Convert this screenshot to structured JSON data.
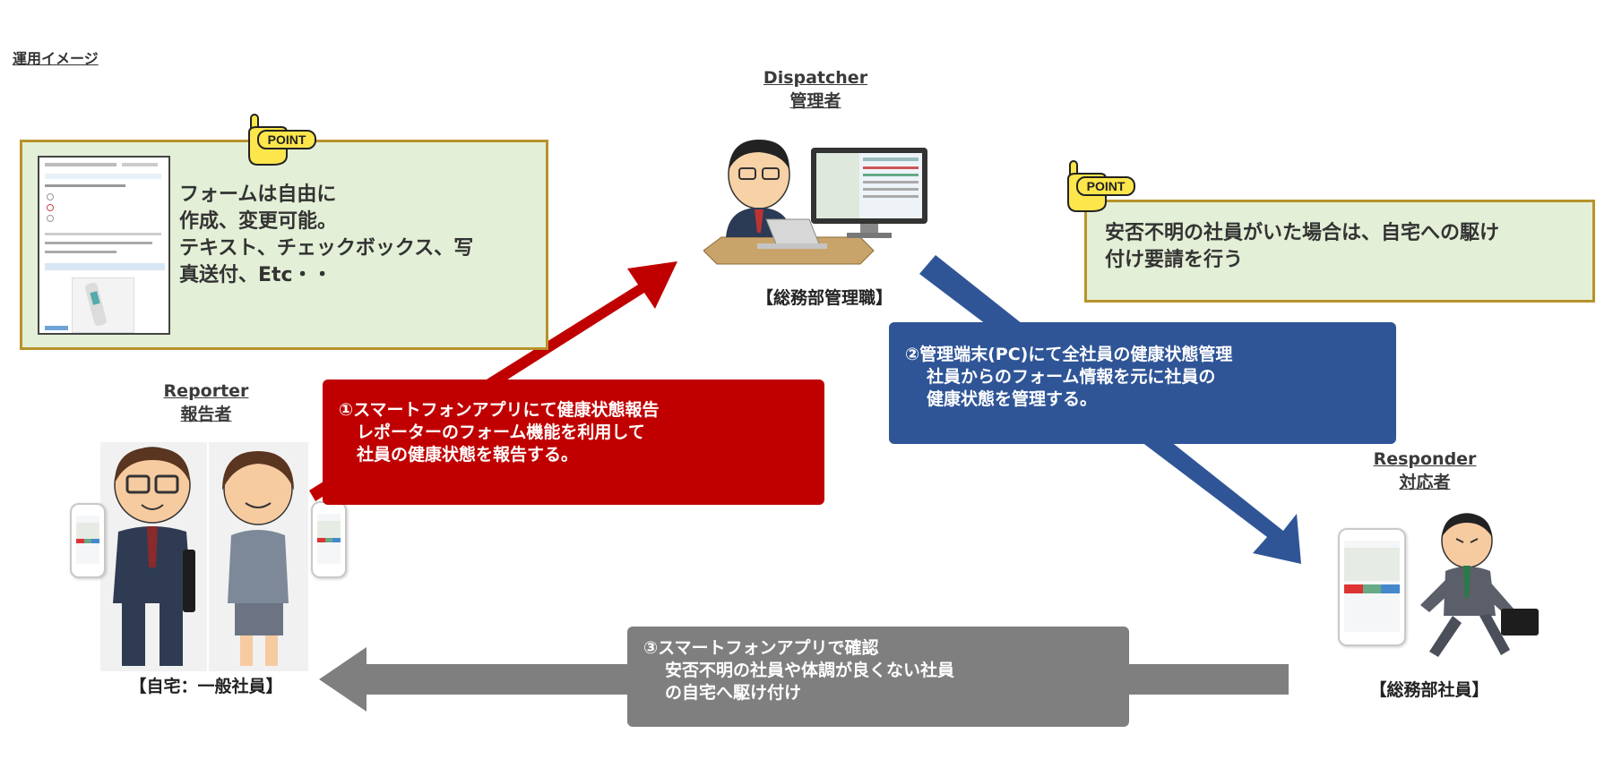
{
  "page_heading": "運用イメージ",
  "roles": {
    "dispatcher": {
      "en": "Dispatcher",
      "jp": "管理者",
      "caption": "【総務部管理職】"
    },
    "reporter": {
      "en": "Reporter",
      "jp": "報告者",
      "caption": "【自宅：一般社員】"
    },
    "responder": {
      "en": "Responder",
      "jp": "対応者",
      "caption": "【総務部社員】"
    }
  },
  "point_badge_label": "POINT",
  "point_boxes": {
    "form": {
      "lines": [
        "フォームは自由に",
        "作成、変更可能。",
        "テキスト、チェックボックス、写",
        "真送付、Etc・・"
      ]
    },
    "rush": {
      "lines": [
        "安否不明の社員がいた場合は、自宅への駆け",
        "付け要請を行う"
      ]
    }
  },
  "steps": {
    "step1": {
      "lines": [
        "①スマートフォンアプリにて健康状態報告",
        "レポーターのフォーム機能を利用して",
        "社員の健康状態を報告する。"
      ],
      "color": "#c00000"
    },
    "step2": {
      "lines": [
        "②管理端末(PC)にて全社員の健康状態管理",
        "社員からのフォーム情報を元に社員の",
        "健康状態を管理する。"
      ],
      "color": "#2f5597"
    },
    "step3": {
      "lines": [
        "③スマートフォンアプリで確認",
        "安否不明の社員や体調が良くない社員",
        "の自宅へ駆け付け"
      ],
      "color": "#7f7f7f"
    }
  },
  "colors": {
    "point_box_fill": "#e3efd6",
    "point_box_border": "#b8922a",
    "badge_yellow": "#fde64b"
  }
}
